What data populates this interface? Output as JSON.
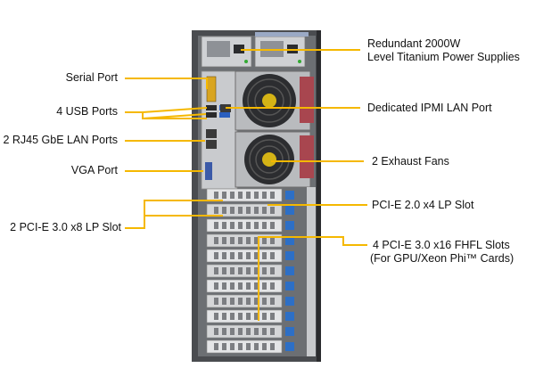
{
  "callouts": {
    "serial_port": "Serial Port",
    "usb_ports": "4 USB Ports",
    "rj45_ports": "2 RJ45 GbE LAN Ports",
    "vga_port": "VGA Port",
    "pcie_x8": "2 PCI-E 3.0 x8 LP Slot",
    "psu_line1": "Redundant 2000W",
    "psu_line2": "Level Titanium Power Supplies",
    "ipmi_port": "Dedicated IPMI LAN Port",
    "exhaust_fans": "2 Exhaust Fans",
    "pcie_x4": "PCI-E 2.0 x4 LP Slot",
    "pcie_x16_line1": "4 PCI-E 3.0 x16 FHFL Slots",
    "pcie_x16_line2": "(For GPU/Xeon Phi™ Cards)"
  },
  "colors": {
    "callout_line": "#f5b800",
    "chassis_dark": "#3b3d40",
    "chassis_mid": "#8c8f93",
    "panel_light": "#d9dadc",
    "fan_red": "#b4505a",
    "slot_blue": "#2d6fc6"
  }
}
